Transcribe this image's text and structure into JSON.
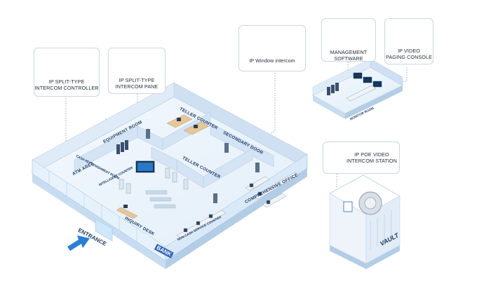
{
  "devices": {
    "split_controller": [
      "IP SPLIT-TYPE",
      "INTERCOM CONTROLLER"
    ],
    "split_panel": [
      "IP SPLIT-TYPE",
      "INTERCOM PANE"
    ],
    "window_intercom": [
      "IP Window intercom"
    ],
    "management_software": [
      "MANAGEMENT",
      "SOFTWARE"
    ],
    "paging_console": [
      "IP VIDEO",
      "PAGING CONSOLE"
    ],
    "poe_station": [
      "IP POE VIDEO",
      "INTERCOM STATION"
    ]
  },
  "rooms": {
    "teller_counter_top": "TELLER COUNTER",
    "equipment_room": "EQUIPMENT ROOM",
    "secondary_door": "SECONDARY DOOR",
    "teller_counter_mid": "TELLER COUNTER",
    "cash_replenishment": "CASH REPLENISHMENT ROOM",
    "atm_area": "ATM AREA",
    "intelligent_counter": "INTELLIGENT COUNTER",
    "comprehensive_office": "COMPREHENSIVE OFFICE",
    "inquiry_desk": "INQUIRY DESK",
    "non_cash_counter": "NON-CASH SERVICE COUNTER",
    "entrance": "ENTRANCE",
    "bank_sign": "BANK",
    "monitor_room": "MONITOR ROOM",
    "vault": "VAULT"
  },
  "colors": {
    "floor": "#eaf3fb",
    "wall": "#d4e4f4",
    "wall_side": "#b9d2ea",
    "accent": "#2c63b0",
    "arrow": "#2a7fd4",
    "text": "#1d3b63",
    "dotted_line": "#8a96a3"
  }
}
